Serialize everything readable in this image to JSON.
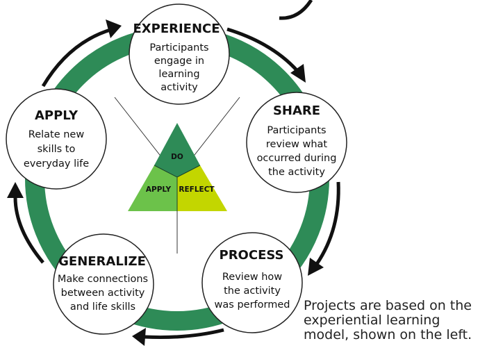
{
  "stages": [
    {
      "id": "experience",
      "title": "EXPERIENCE",
      "lines": [
        "Participants",
        "engage in",
        "learning",
        "activity"
      ]
    },
    {
      "id": "share",
      "title": "SHARE",
      "lines": [
        "Participants",
        "review what",
        "occurred during",
        "the activity"
      ]
    },
    {
      "id": "process",
      "title": "PROCESS",
      "lines": [
        "Review how",
        "the activity",
        "was performed"
      ]
    },
    {
      "id": "generalize",
      "title": "GENERALIZE",
      "lines": [
        "Make connections",
        "between activity",
        "and life skills"
      ]
    },
    {
      "id": "apply",
      "title": "APPLY",
      "lines": [
        "Relate new",
        "skills to",
        "everyday life"
      ]
    }
  ],
  "triangle": {
    "top": "DO",
    "left": "APPLY",
    "right": "REFLECT"
  },
  "caption": [
    "Projects are based on the",
    "experiential learning",
    "model, shown on the left."
  ],
  "colors": {
    "ring": "#2e8b57",
    "do": "#2e8b57",
    "apply": "#6cc24a",
    "reflect": "#c3d600",
    "stroke": "#111111"
  }
}
